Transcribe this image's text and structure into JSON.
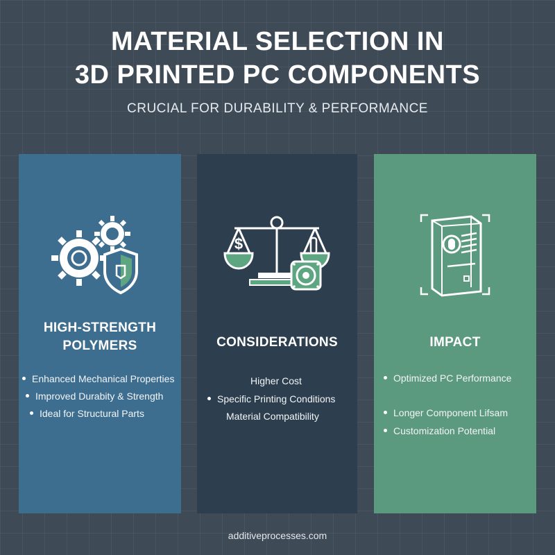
{
  "header": {
    "title_line1": "MATERIAL SELECTION IN",
    "title_line2": "3D PRINTED PC COMPONENTS",
    "subtitle": "CRUCIAL FOR DURABILITY & PERFORMANCE"
  },
  "panels": [
    {
      "heading_line1": "HIGH-STRENGTH",
      "heading_line2": "POLYMERS",
      "icon": "gears-shield-icon",
      "items": [
        "Enhanced Mechanical Properties",
        "Improved Durabity & Strength",
        "Ideal for Structural Parts"
      ]
    },
    {
      "heading_line1": "CONSIDERATIONS",
      "icon": "balance-scale-icon",
      "items": [
        "Higher Cost",
        "Specific Printing Conditions",
        "Material Compatibility"
      ]
    },
    {
      "heading_line1": "IMPACT",
      "icon": "pc-tower-icon",
      "items": [
        "Optimized PC Performance",
        "Longer Component Lifsam",
        "Customization Potential"
      ]
    }
  ],
  "footer": {
    "website": "additiveprocesses.com"
  },
  "colors": {
    "background": "#3f4a57",
    "panel_blue": "#3e6e8f",
    "panel_dark": "#2d3f4f",
    "panel_green": "#5c9a7f",
    "accent_green": "#5ea582"
  }
}
